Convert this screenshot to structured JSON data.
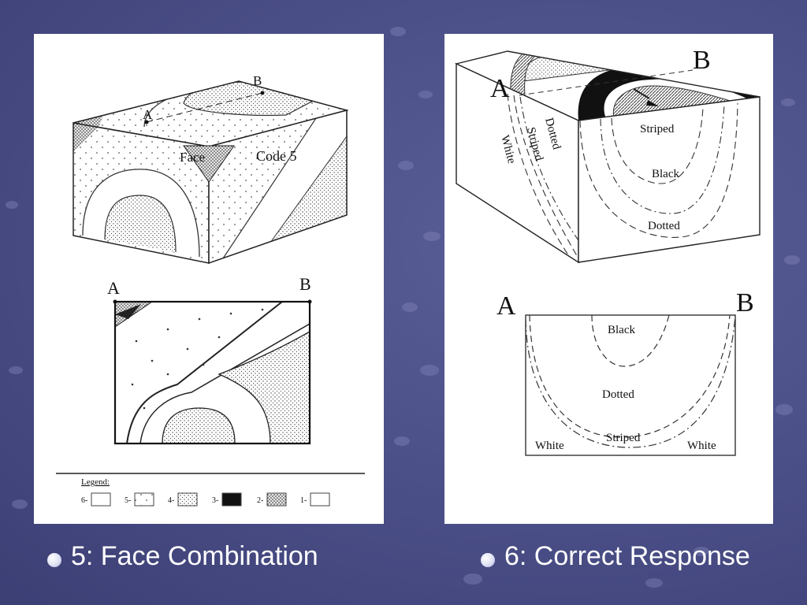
{
  "left_figure": {
    "block_labels": {
      "point_a": "A",
      "point_b": "B",
      "face": "Face",
      "code": "Code 5"
    },
    "section_labels": {
      "point_a": "A",
      "point_b": "B"
    },
    "legend": {
      "title": "Legend:",
      "items": [
        "6-",
        "5-",
        "4-",
        "3-",
        "2-",
        "1-"
      ]
    }
  },
  "right_figure": {
    "block_labels": {
      "point_a": "A",
      "point_b": "B",
      "striped": "Striped",
      "black": "Black",
      "dotted": "Dotted",
      "dotted_side": "Dotted",
      "striped_side": "Striped",
      "white_side": "White"
    },
    "section_labels": {
      "point_a": "A",
      "point_b": "B",
      "black": "Black",
      "dotted": "Dotted",
      "striped": "Striped",
      "white_left": "White",
      "white_right": "White"
    }
  },
  "captions": {
    "left": "5: Face Combination",
    "right": "6: Correct Response"
  }
}
